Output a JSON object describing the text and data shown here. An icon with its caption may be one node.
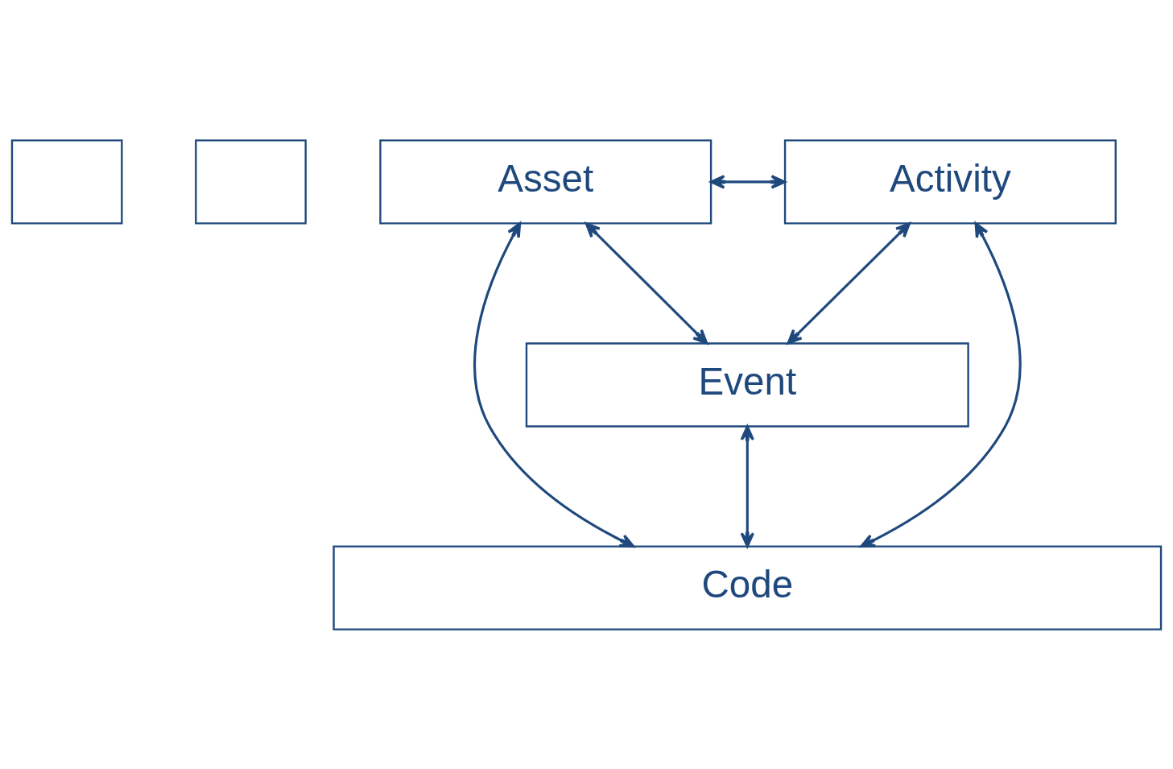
{
  "diagram": {
    "nodes": [
      {
        "text": [],
        "shape": "box"
      },
      {
        "text": [],
        "shape": "box"
      },
      {
        "text": [
          "Asset"
        ]
      },
      {
        "text": [
          "Activity"
        ]
      },
      {
        "text": [
          "Event"
        ]
      },
      {
        "text": [
          "Code"
        ]
      }
    ],
    "edges": [
      {
        "from": 2,
        "to": 3,
        "arrow": "both"
      },
      {
        "from": 2,
        "to": 4,
        "arrow": "both"
      },
      {
        "from": 3,
        "to": 4,
        "arrow": "both"
      },
      {
        "from": 2,
        "to": 5,
        "arrow": "both"
      },
      {
        "from": 4,
        "to": 5,
        "arrow": "both"
      },
      {
        "from": 3,
        "to": 5,
        "arrow": "both"
      }
    ]
  }
}
